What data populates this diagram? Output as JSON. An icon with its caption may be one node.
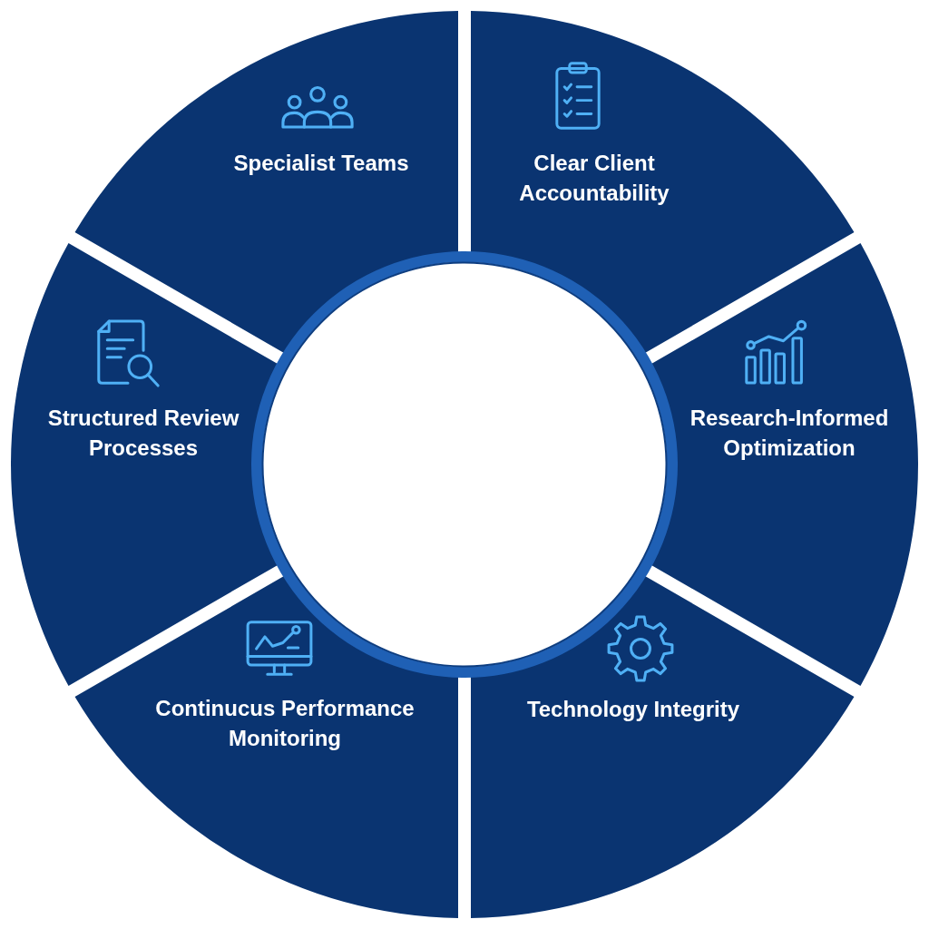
{
  "diagram": {
    "nodes": [
      {
        "text": [
          "Specialist Teams"
        ]
      },
      {
        "text": [
          "Clear Client Accountability"
        ]
      },
      {
        "text": [
          "Structured Review Processes"
        ]
      },
      {
        "text": [
          "Research-Informed Optimization"
        ]
      },
      {
        "text": [
          "Continucus Performance Monitoring"
        ]
      },
      {
        "text": [
          "Technology Integrity"
        ]
      }
    ]
  }
}
